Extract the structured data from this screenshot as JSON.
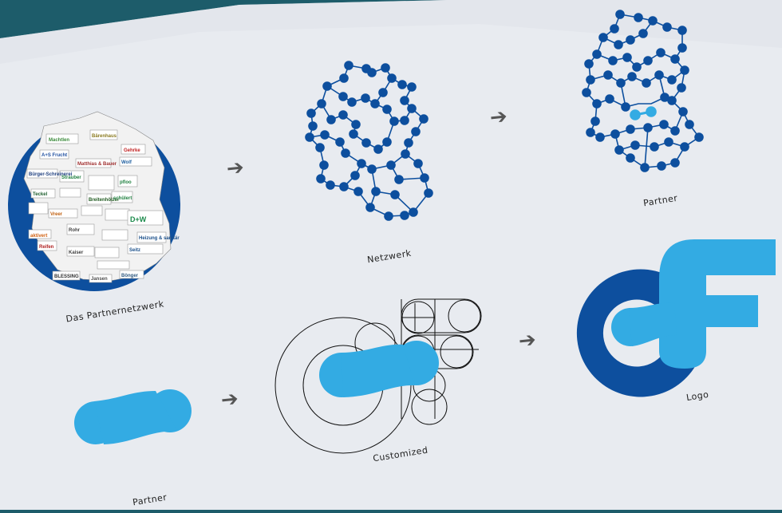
{
  "labels": {
    "network_map": "Das Partnernetzwerk",
    "network": "Netzwerk",
    "partner_top": "Partner",
    "partner_bottom": "Partner",
    "customized": "Customized",
    "logo": "Logo"
  },
  "arrow_glyph": "➔",
  "colors": {
    "dark_blue": "#0d4f9e",
    "light_blue": "#33abe3",
    "paper": "#eaedf2",
    "backdrop": "#1d5c6a"
  },
  "map_logos": [
    "Machtlen",
    "Bärenhaus",
    "Gehrke",
    "A+S Frucht",
    "Matthias & Bauer",
    "Wolf",
    "Bürger-Schreinerei",
    "Strauber",
    "pfloo",
    "Teckel",
    "Breitenhölzer",
    "schülert",
    "Vreer",
    "D+W",
    "aktivert",
    "Rohr",
    "Heizung & sanitär",
    "Reifen",
    "Kaiser",
    "Seitz",
    "BLESSING",
    "Jansen",
    "Bönger"
  ],
  "icons": [
    "germany-map",
    "network-graph",
    "partner-network",
    "partner-connector-icon",
    "logo-construction",
    "cf-logo"
  ]
}
